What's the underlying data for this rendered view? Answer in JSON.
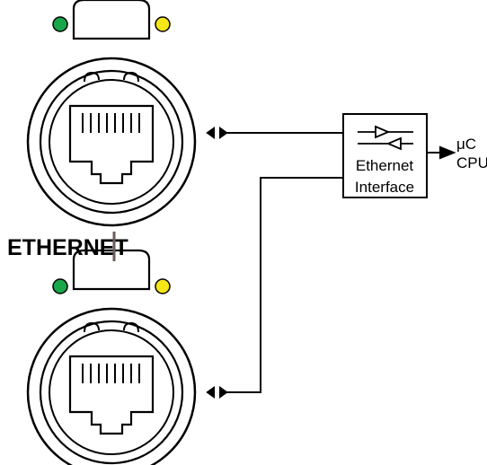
{
  "labels": {
    "section": "ETHERNET",
    "interface_line1": "Ethernet",
    "interface_line2": "Interface",
    "cpu_line1": "μC",
    "cpu_line2": "CPU"
  },
  "colors": {
    "led_green": "#1aa64b",
    "led_yellow": "#f5e617",
    "line": "#000000"
  },
  "ports": [
    {
      "name": "ethernet-port-top",
      "leds": [
        "green",
        "yellow"
      ]
    },
    {
      "name": "ethernet-port-bottom",
      "leds": [
        "green",
        "yellow"
      ]
    }
  ]
}
